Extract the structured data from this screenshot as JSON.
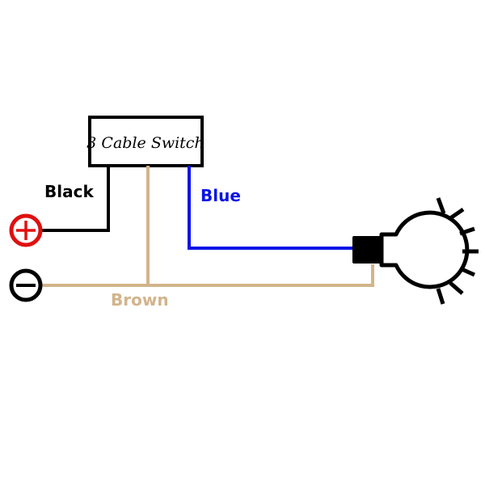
{
  "title": "3 Cable Switch wiring diagram",
  "switch": {
    "label": "3 Cable Switch"
  },
  "wires": [
    {
      "name": "black",
      "label": "Black",
      "color": "#000000"
    },
    {
      "name": "blue",
      "label": "Blue",
      "color": "#0a14e6"
    },
    {
      "name": "brown",
      "label": "Brown",
      "color": "#d2b48c"
    }
  ],
  "terminals": {
    "positive": {
      "symbol": "+",
      "color": "#e01010"
    },
    "negative": {
      "symbol": "−",
      "color": "#000000"
    }
  },
  "load": {
    "name": "light bulb"
  }
}
